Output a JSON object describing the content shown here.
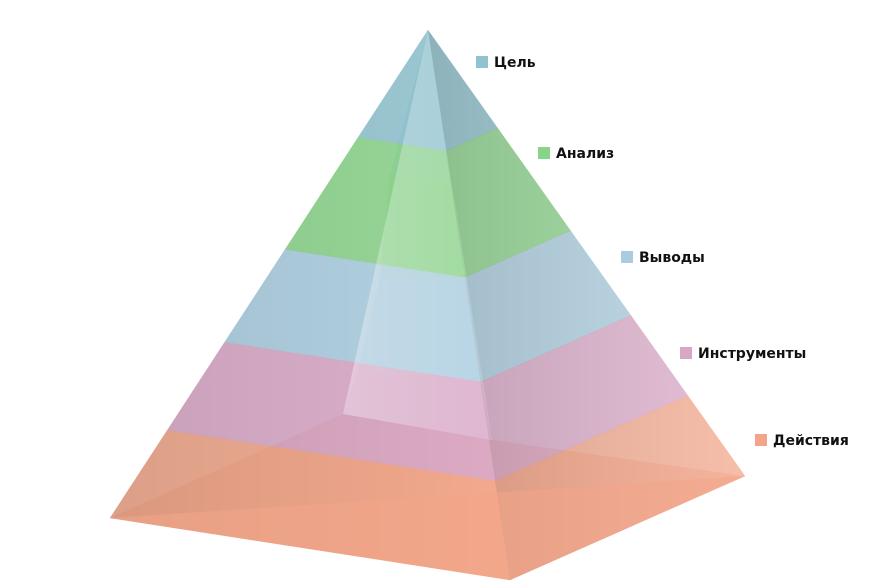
{
  "diagram": {
    "type": "pyramid",
    "levels": [
      {
        "label": "Цель",
        "color": "#8fc3cf"
      },
      {
        "label": "Анализ",
        "color": "#8ad48a"
      },
      {
        "label": "Выводы",
        "color": "#a9cde0"
      },
      {
        "label": "Инструменты",
        "color": "#d9a6c6"
      },
      {
        "label": "Действия",
        "color": "#f2a588"
      }
    ]
  }
}
